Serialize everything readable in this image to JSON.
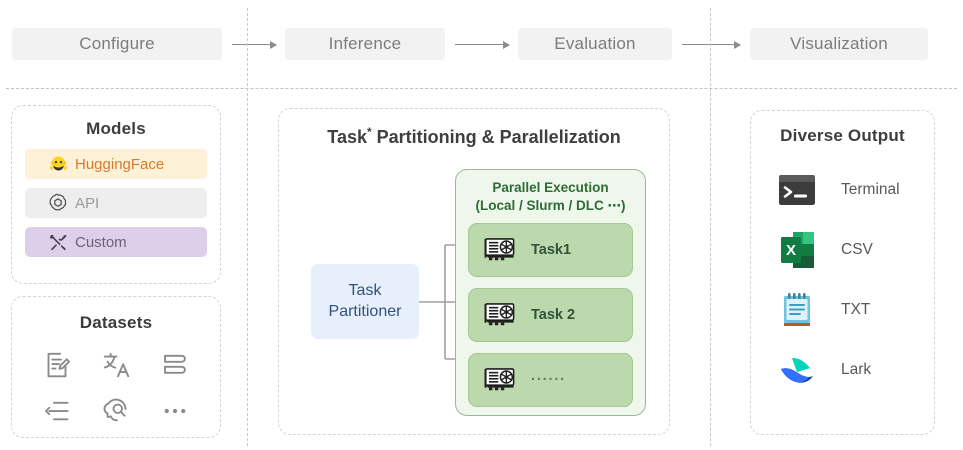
{
  "pipeline": {
    "stages": [
      {
        "label": "Configure"
      },
      {
        "label": "Inference"
      },
      {
        "label": "Evaluation"
      },
      {
        "label": "Visualization"
      }
    ]
  },
  "models": {
    "title": "Models",
    "items": [
      {
        "label": "HuggingFace",
        "icon": "huggingface-icon",
        "bg": "#fdf1d8",
        "fg": "#d97a2b"
      },
      {
        "label": "API",
        "icon": "openai-icon",
        "bg": "#eeeeee",
        "fg": "#9a9a9a"
      },
      {
        "label": "Custom",
        "icon": "tools-icon",
        "bg": "#ddcfe9",
        "fg": "#6e6277"
      }
    ]
  },
  "datasets": {
    "title": "Datasets",
    "icons": [
      "document-edit-icon",
      "translate-icon",
      "book-stack-icon",
      "list-indent-icon",
      "brain-thinking-icon",
      "ellipsis-icon"
    ]
  },
  "center": {
    "title": "Task",
    "title_sup": "*",
    "title_rest": " Partitioning & Parallelization",
    "partitioner": {
      "line1": "Task",
      "line2": "Partitioner"
    },
    "parallel": {
      "title_line1": "Parallel Execution",
      "title_line2": "(Local / Slurm / DLC ⋯)",
      "tasks": [
        {
          "label": "Task1",
          "icon": "gpu-card-icon"
        },
        {
          "label": "Task 2",
          "icon": "gpu-card-icon"
        },
        {
          "label": "······",
          "icon": "gpu-card-icon"
        }
      ]
    }
  },
  "output": {
    "title": "Diverse Output",
    "items": [
      {
        "label": "Terminal",
        "icon": "terminal-icon"
      },
      {
        "label": "CSV",
        "icon": "excel-icon"
      },
      {
        "label": "TXT",
        "icon": "notepad-icon"
      },
      {
        "label": "Lark",
        "icon": "lark-icon"
      }
    ]
  },
  "colors": {
    "stage_bg": "#f2f2f2",
    "accent_green": "#bcd9ae",
    "accent_blue": "#e6effb",
    "panel_border": "#d4d4d4"
  }
}
